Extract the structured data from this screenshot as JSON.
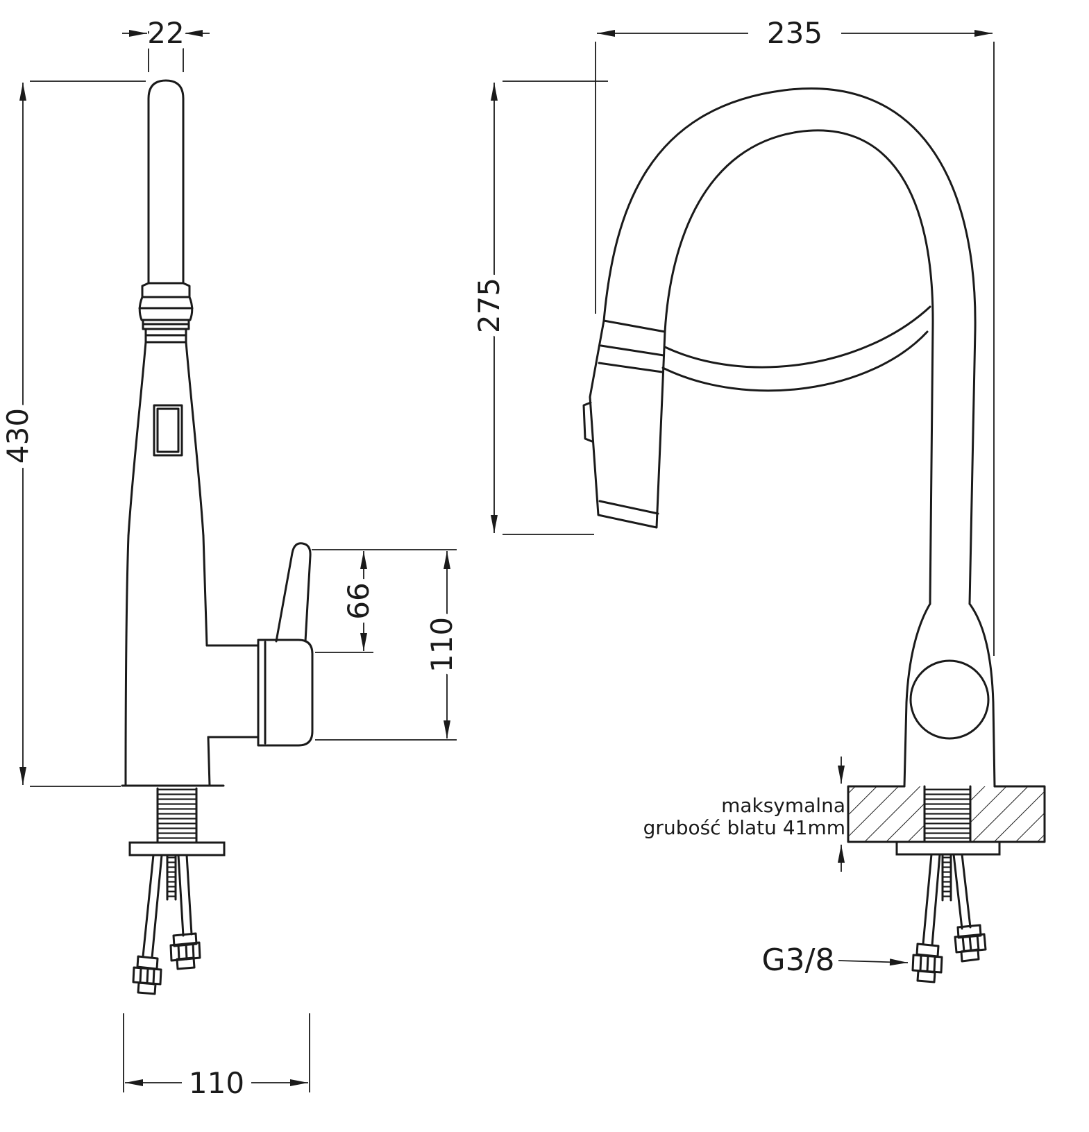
{
  "drawing": {
    "colors": {
      "line": "#1a1a1a",
      "background": "#ffffff"
    },
    "left_view": {
      "dim_spout_width": "22",
      "dim_total_height": "430",
      "dim_lever_height": "66",
      "dim_handle_height": "110",
      "dim_base_depth": "110"
    },
    "right_view": {
      "dim_spout_reach": "235",
      "dim_spout_height": "275",
      "counter_note_line1": "maksymalna",
      "counter_note_line2": "grubość blatu 41mm",
      "thread_size": "G3/8"
    }
  }
}
